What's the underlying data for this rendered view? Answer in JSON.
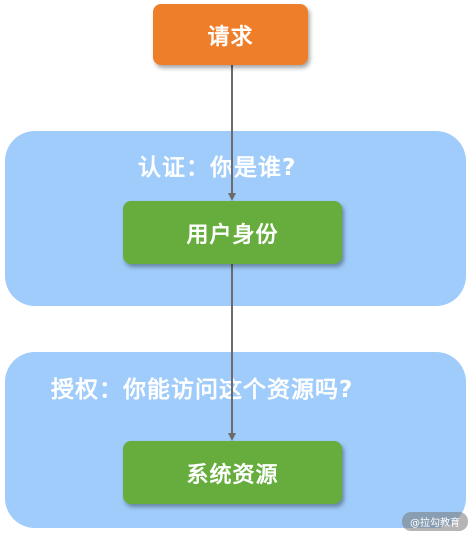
{
  "nodes": {
    "request": "请求",
    "identity": "用户身份",
    "resource": "系统资源"
  },
  "groups": {
    "authentication": "认证：你是谁?",
    "authorization": "授权：你能访问这个资源吗?"
  },
  "watermark": "@拉勾教育",
  "colors": {
    "request_box": "#ef7e2b",
    "node_box": "#66ad3e",
    "panel": "#9fccfa",
    "arrow": "#6b6b6b"
  }
}
